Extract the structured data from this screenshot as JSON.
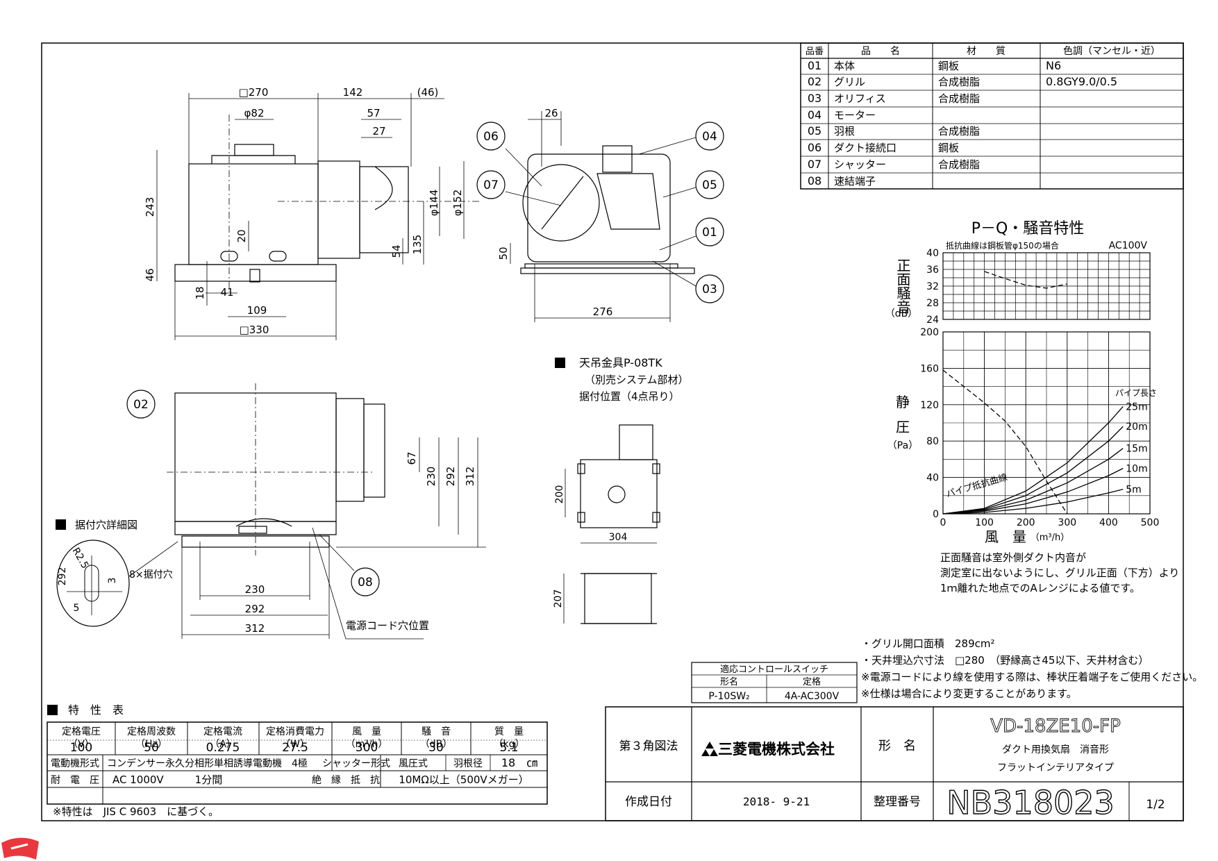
{
  "parts_table": {
    "headers": [
      "品番",
      "品　　名",
      "材　　質",
      "色調（マンセル・近）"
    ],
    "rows": [
      [
        "01",
        "本体",
        "鋼板",
        "N6"
      ],
      [
        "02",
        "グリル",
        "合成樹脂",
        "0.8GY9.0/0.5"
      ],
      [
        "03",
        "オリフィス",
        "合成樹脂",
        ""
      ],
      [
        "04",
        "モーター",
        "",
        ""
      ],
      [
        "05",
        "羽根",
        "合成樹脂",
        ""
      ],
      [
        "06",
        "ダクト接続口",
        "鋼板",
        ""
      ],
      [
        "07",
        "シャッター",
        "合成樹脂",
        ""
      ],
      [
        "08",
        "速結端子",
        "",
        ""
      ]
    ]
  },
  "drawing": {
    "top_dims": [
      "□270",
      "142",
      "(46)",
      "φ82",
      "57",
      "27",
      "φ144",
      "φ152",
      "243",
      "20",
      "54",
      "135",
      "46",
      "18",
      "41",
      "109",
      "□330"
    ],
    "side_dims": [
      "26",
      "50",
      "276"
    ],
    "front_dims": [
      "67",
      "230",
      "292",
      "312",
      "230",
      "292",
      "312"
    ],
    "hole_dims": [
      "292",
      "R2.5",
      "3",
      "5"
    ],
    "hole_label": "8×据付穴",
    "power_label": "電源コード穴位置",
    "hole_detail_title": "据付穴詳細図",
    "part_numbers": [
      "06",
      "07",
      "04",
      "05",
      "01",
      "03",
      "02",
      "08"
    ],
    "bracket": {
      "line1": "天吊金具P-08TK",
      "line2": "（別売システム部材）",
      "line3": "据付位置（4点吊り）",
      "dims": [
        "200",
        "304",
        "207"
      ]
    }
  },
  "chart_data": [
    {
      "type": "line",
      "title": "P－Q・騒音特性",
      "note": "抵抗曲線は鋼板管φ150の場合",
      "supply": "AC100V",
      "ylabel": "正面騒音",
      "yunit": "（dB）",
      "ylim": [
        24,
        40
      ],
      "yticks": [
        "40",
        "36",
        "32",
        "28",
        "24"
      ],
      "xlim": [
        0,
        500
      ],
      "series": [
        {
          "x": [
            100,
            150,
            200,
            250,
            300
          ],
          "y": [
            35.5,
            33.8,
            32.2,
            31.5,
            32.5
          ]
        }
      ]
    },
    {
      "type": "line",
      "ylabel_1": "静",
      "ylabel_2": "圧",
      "yunit": "（Pa）",
      "xlabel": "風　量",
      "xunit": "（m³/h）",
      "ylim": [
        0,
        200
      ],
      "xlim": [
        0,
        500
      ],
      "yticks": [
        "200",
        "160",
        "120",
        "80",
        "40",
        "0"
      ],
      "xticks": [
        "0",
        "100",
        "200",
        "300",
        "400",
        "500"
      ],
      "legend_title": "パイプ長さ",
      "curve_label": "パイプ抵抗曲線",
      "series": [
        {
          "name": "",
          "style": "dashed",
          "x": [
            0,
            50,
            100,
            150,
            200,
            250,
            300
          ],
          "y": [
            158,
            140,
            122,
            102,
            74,
            36,
            0
          ]
        },
        {
          "name": "25m",
          "x": [
            0,
            100,
            200,
            300,
            400,
            435
          ],
          "y": [
            0,
            6,
            25,
            56,
            100,
            118
          ]
        },
        {
          "name": "20m",
          "x": [
            0,
            100,
            200,
            300,
            400,
            435
          ],
          "y": [
            0,
            5,
            20,
            45,
            80,
            96
          ]
        },
        {
          "name": "15m",
          "x": [
            0,
            100,
            200,
            300,
            400,
            435
          ],
          "y": [
            0,
            4,
            15,
            34,
            60,
            72
          ]
        },
        {
          "name": "10m",
          "x": [
            0,
            100,
            200,
            300,
            400,
            435
          ],
          "y": [
            0,
            3,
            11,
            24,
            42,
            50
          ]
        },
        {
          "name": "5m",
          "x": [
            0,
            100,
            200,
            300,
            400,
            435
          ],
          "y": [
            0,
            1.5,
            6,
            13,
            23,
            27
          ]
        }
      ]
    }
  ],
  "chart_notes": {
    "line1": "正面騒音は室外側ダクト内音が",
    "line2": "測定室に出ないようにし、グリル正面（下方）より",
    "line3": "1ｍ離れた地点でのAレンジによる値です。"
  },
  "notes": [
    "・グリル開口面積　289cm²",
    "・天井埋込穴寸法　□280　（野縁高さ45以下、天井材含む）",
    "※電源コードにより線を使用する際は、棒状圧着端子をご使用ください。",
    "※仕様は場合により変更することがあります。"
  ],
  "switch_table": {
    "title": "適応コントロールスイッチ",
    "headers": [
      "形名",
      "定格"
    ],
    "row": [
      "P-10SW₂",
      "4A-AC300V"
    ]
  },
  "spec_table": {
    "title": "特　性　表",
    "headers": [
      "定格電圧\n（V）",
      "定格周波数\n（Hz）",
      "定格電流\n（A）",
      "定格消費電力\n（W）",
      "風　量\n（m³/h）",
      "騒　音\n（dB）",
      "質　量\n（kg）"
    ],
    "values": [
      "100",
      "50",
      "0.275",
      "27.5",
      "300",
      "30",
      "5.1"
    ],
    "motor_label": "電動機形式",
    "motor_value": "コンデンサー永久分相形単相誘導電動機　4極",
    "shutter_label": "シャッター形式",
    "shutter_value": "風圧式",
    "blade_label": "羽根径",
    "blade_value": "18　㎝",
    "voltage_label": "耐　電　圧",
    "voltage_value": "AC 1000V　　　1分間",
    "insulation_label": "絶　縁　抵　抗",
    "insulation_value": "10MΩ以上（500Vメガー）",
    "footnote": "※特性は　JIS C 9603　に基づく。"
  },
  "title_block": {
    "projection": "第３角図法",
    "company": "三菱電機株式会社",
    "model_label": "形　名",
    "model": "VD-18ZE10-FP",
    "desc1": "ダクト用換気扇　消音形",
    "desc2": "フラットインテリアタイプ",
    "date_label": "作成日付",
    "date": "2018- 9-21",
    "number_label": "整理番号",
    "number": "NB318023",
    "sheet": "1/2"
  },
  "colors": {
    "ink": "#000000",
    "stamp": "#e8383d"
  }
}
